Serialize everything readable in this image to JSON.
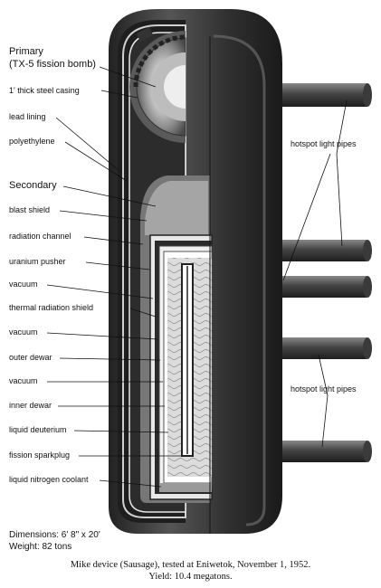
{
  "labels": {
    "primary": "Primary",
    "primary_sub": "(TX-5 fission bomb)",
    "steel_casing": "1' thick steel casing",
    "lead_lining": "lead lining",
    "polyethylene": "polyethylene",
    "secondary": "Secondary",
    "blast_shield": "blast shield",
    "radiation_channel": "radiation channel",
    "uranium_pusher": "uranium pusher",
    "vacuum_1": "vacuum",
    "thermal_radiation_shield": "thermal radiation shield",
    "vacuum_2": "vacuum",
    "outer_dewar": "outer dewar",
    "vacuum_3": "vacuum",
    "inner_dewar": "inner dewar",
    "liquid_deuterium": "liquid deuterium",
    "fission_sparkplug": "fission sparkplug",
    "liquid_nitrogen_coolant": "liquid nitrogen coolant",
    "hotspot_upper": "hotspot light pipes",
    "hotspot_lower": "hotspot light pipes"
  },
  "dimensions": {
    "size": "Dimensions: 6' 8\" x 20'",
    "weight": "Weight: 82 tons"
  },
  "caption": {
    "line1": "Mike device (Sausage), tested at Eniwetok, November 1, 1952.",
    "line2": "Yield: 10.4 megatons."
  },
  "colors": {
    "casing_dark": "#2a2a2a",
    "casing_light": "#6e6e6e",
    "gray_fill": "#9a9a9a",
    "light_fill": "#d8d8d8"
  }
}
